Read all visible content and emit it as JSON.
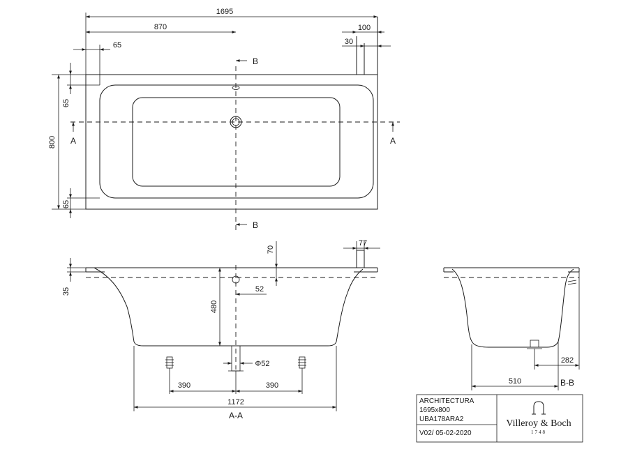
{
  "drawing": {
    "top_view": {
      "dim_length": "1695",
      "dim_drain_pos": "870",
      "dim_end_100": "100",
      "dim_end_30": "30",
      "dim_rim_65_left": "65",
      "dim_width": "800",
      "dim_rim_65_top": "65",
      "dim_rim_65_bottom": "65",
      "section_a_left": "A",
      "section_a_right": "A",
      "section_b_top": "B",
      "section_b_bottom": "B"
    },
    "section_aa": {
      "dim_77": "77",
      "dim_70": "70",
      "dim_35": "35",
      "dim_52": "52",
      "dim_480": "480",
      "dim_phi52": "Φ52",
      "dim_390_left": "390",
      "dim_390_right": "390",
      "dim_1172": "1172",
      "label": "A-A"
    },
    "section_bb": {
      "dim_282": "282",
      "dim_510": "510",
      "label": "B-B"
    }
  },
  "title_block": {
    "product": "ARCHITECTURA",
    "size": "1695x800",
    "code": "UBA178ARA2",
    "version": "V02/ 05-02-2020",
    "brand": "Villeroy & Boch",
    "year": "1748"
  }
}
